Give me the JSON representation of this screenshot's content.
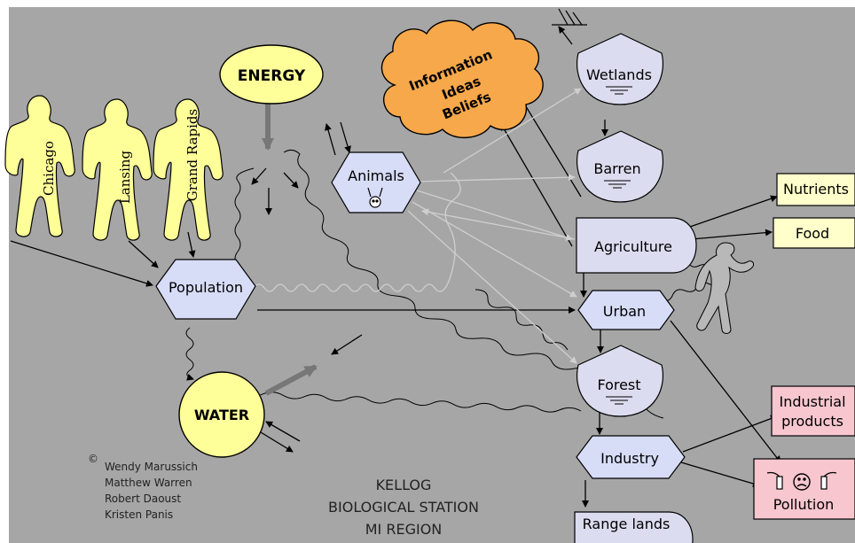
{
  "nodes": {
    "energy": "ENERGY",
    "information": [
      "Information",
      "Ideas",
      "Beliefs"
    ],
    "wetlands": "Wetlands",
    "barren": "Barren",
    "agriculture": "Agriculture",
    "urban": "Urban",
    "forest": "Forest",
    "industry": "Industry",
    "range_lands": "Range lands",
    "animals": "Animals",
    "population": "Population",
    "water": "WATER",
    "nutrients": "Nutrients",
    "food": "Food",
    "industrial_products": [
      "Industrial",
      "products"
    ],
    "pollution": "Pollution"
  },
  "cities": [
    "Chicago",
    "Lansing",
    "Grand Rapids"
  ],
  "credits": {
    "symbol": "©",
    "names": [
      "Wendy Marussich",
      "Matthew Warren",
      "Robert Daoust",
      "Kristen Panis"
    ]
  },
  "title_lines": [
    "KELLOG",
    "BIOLOGICAL STATION",
    "MI REGION"
  ],
  "colors": {
    "background": "#a6a6a6",
    "yellow": "#ffff99",
    "orange": "#f7a84a",
    "lavender": "#dcdcf0",
    "blue": "#d7dcf7",
    "light_yellow": "#ffffcc",
    "pink": "#f7c6cf"
  }
}
